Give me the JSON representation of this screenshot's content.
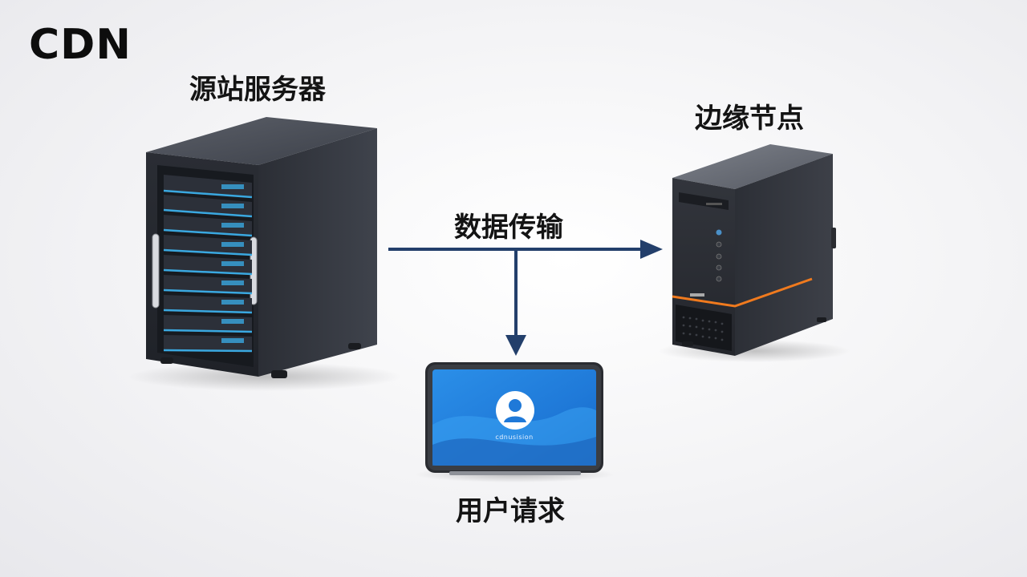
{
  "title": "CDN",
  "nodes": {
    "origin_server": {
      "label": "源站服务器",
      "icon": "rack-server-icon"
    },
    "edge_node": {
      "label": "边缘节点",
      "icon": "tower-server-icon"
    },
    "user_device": {
      "label": "用户请求",
      "icon": "tablet-icon",
      "screen_caption": "cdnusision",
      "avatar_icon": "user-avatar-icon"
    }
  },
  "connections": {
    "label": "数据传输",
    "edges": [
      {
        "from": "源站服务器",
        "to": "边缘节点"
      },
      {
        "from": "源站服务器",
        "to": "用户请求"
      }
    ]
  },
  "colors": {
    "arrow": "#233f6b",
    "rack_accent": "#3aa8e0",
    "edge_accent": "#f07a1e",
    "screen": "#1f79d8"
  }
}
